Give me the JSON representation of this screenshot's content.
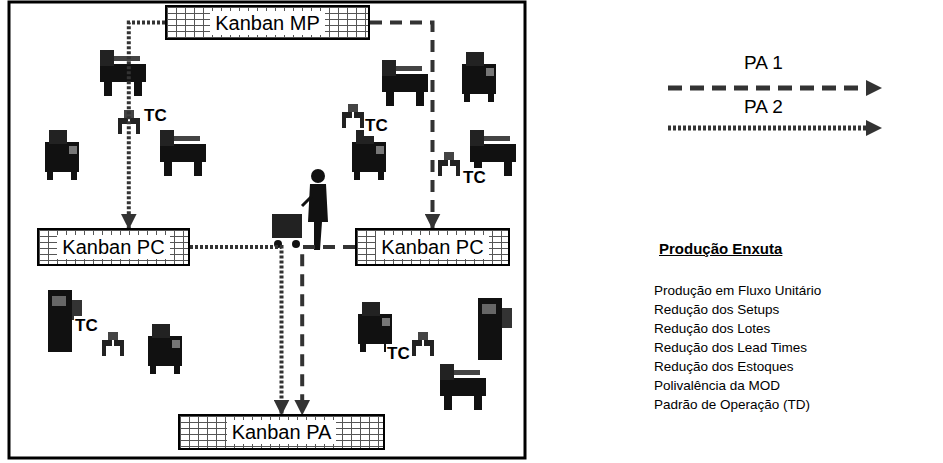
{
  "diagram": {
    "nodes": [
      {
        "text": [
          "Kanban MP"
        ]
      },
      {
        "text": [
          "Kanban PC"
        ]
      },
      {
        "text": [
          "Kanban PC"
        ]
      },
      {
        "text": [
          "Kanban PA"
        ]
      }
    ],
    "edges": [
      {
        "from": 0,
        "to": 1,
        "arrow": "to"
      },
      {
        "from": 0,
        "to": 2,
        "arrow": "to"
      },
      {
        "from": 1,
        "to": 3,
        "arrow": "to"
      },
      {
        "from": 2,
        "to": 3,
        "arrow": "to"
      }
    ],
    "labels": [
      "TC",
      "TC",
      "TC",
      "TC",
      "TC",
      "Produção Enxuta",
      "Produção em Fluxo Unitário",
      "Redução dos Setups",
      "Redução dos Lotes",
      "Redução dos Lead Times",
      "Redução dos Estoques",
      "Polivalência da MOD",
      "Padrão de Operação (TD)"
    ],
    "legend": [
      {
        "text": "PA 1"
      },
      {
        "text": "PA 2"
      }
    ]
  }
}
